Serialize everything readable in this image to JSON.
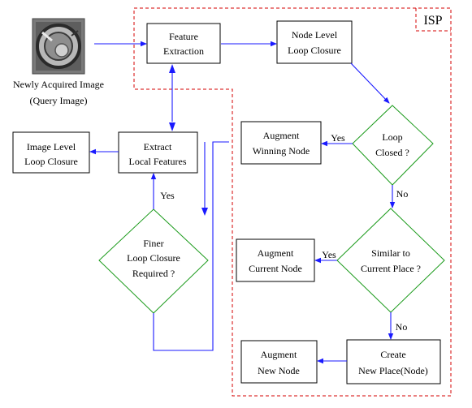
{
  "isp_label": "ISP",
  "query_image": {
    "icon": "camera-lens-photo",
    "caption_line1": "Newly Acquired Image",
    "caption_line2": "(Query Image)"
  },
  "boxes": {
    "feature_extraction": [
      "Feature",
      "Extraction"
    ],
    "node_level_loop_closure": [
      "Node Level",
      "Loop Closure"
    ],
    "augment_winning_node": [
      "Augment",
      "Winning Node"
    ],
    "extract_local_features": [
      "Extract",
      "Local Features"
    ],
    "image_level_loop_closure": [
      "Image Level",
      "Loop Closure"
    ],
    "augment_current_node": [
      "Augment",
      "Current Node"
    ],
    "augment_new_node": [
      "Augment",
      "New Node"
    ],
    "create_new_place": [
      "Create",
      "New Place(Node)"
    ]
  },
  "decisions": {
    "loop_closed": [
      "Loop",
      "Closed ?"
    ],
    "similar_to_current_place": [
      "Similar to",
      "Current Place ?"
    ],
    "finer_loop_closure": [
      "Finer",
      "Loop Closure",
      "Required ?"
    ]
  },
  "edge_labels": {
    "loop_closed_yes": "Yes",
    "loop_closed_no": "No",
    "similar_yes": "Yes",
    "similar_no": "No",
    "finer_yes": "Yes"
  },
  "colors": {
    "flow_arrow": "#1a1aff",
    "decision_border": "#1a9a1a",
    "isp_border": "#d60000",
    "box_border": "#000000"
  }
}
